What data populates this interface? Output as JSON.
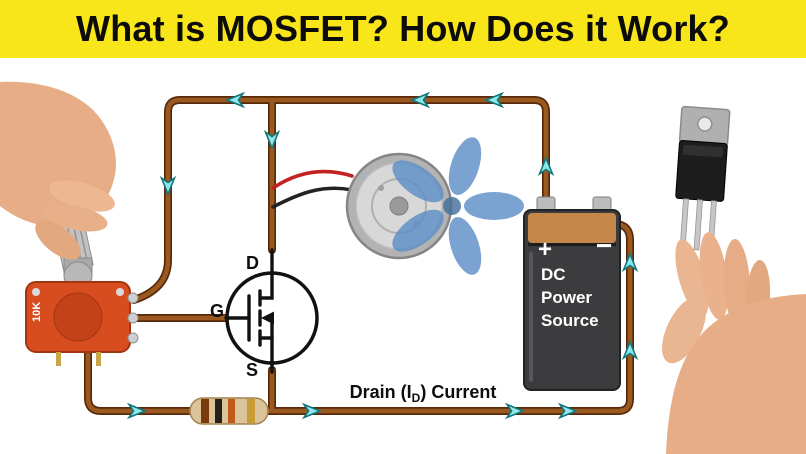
{
  "banner": {
    "title": "What is MOSFET? How Does it Work?",
    "bg_color": "#f8e51a"
  },
  "mosfet": {
    "drain_label": "D",
    "gate_label": "G",
    "source_label": "S"
  },
  "battery": {
    "plus": "+",
    "minus": "−",
    "line1": "DC",
    "line2": "Power",
    "line3": "Source"
  },
  "potentiometer": {
    "value": "10K"
  },
  "current_label": {
    "before": "Drain (I",
    "sub": "D",
    "after": ") Current"
  },
  "colors": {
    "wire": "#9a5a1f",
    "wire_outline": "#58290b",
    "current_arrow": "#8fe8e8",
    "fan_blades": "#5d8fc7",
    "battery_band": "#c5874a",
    "battery_body": "#3c3c3f",
    "pot_body": "#d84d20",
    "skin": "#e7ad86"
  }
}
